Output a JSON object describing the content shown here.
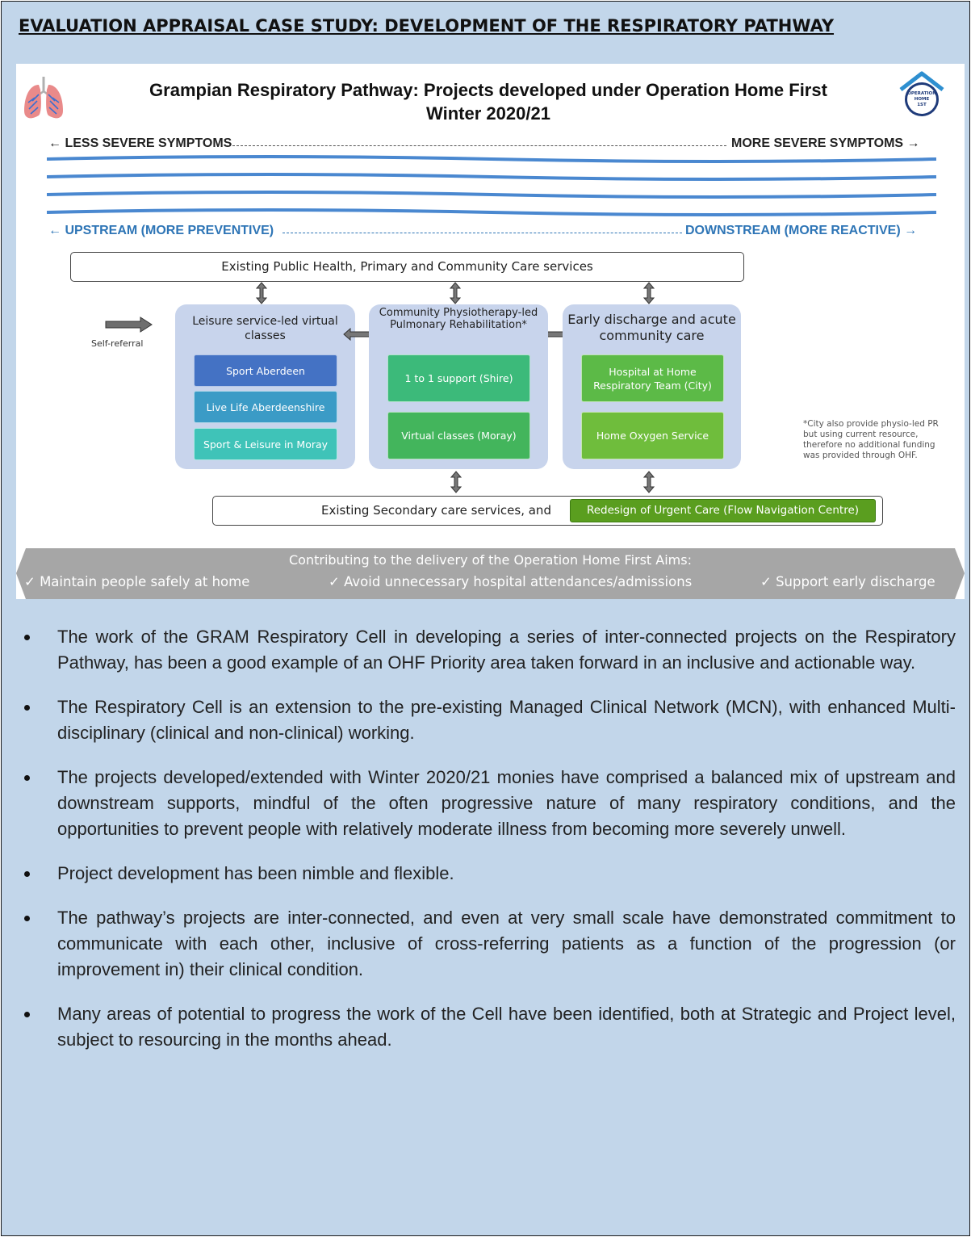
{
  "document": {
    "title": "EVALUATION APPRAISAL CASE STUDY: DEVELOPMENT OF THE RESPIRATORY PATHWAY"
  },
  "figure": {
    "title_line1": "Grampian Respiratory Pathway: Projects developed under Operation Home First",
    "title_line2": "Winter 2020/21",
    "logo_text": [
      "OPERATION",
      "HOME",
      "1ST"
    ],
    "severity_left": "← LESS SEVERE SYMPTOMS",
    "severity_right": "MORE SEVERE SYMPTOMS →",
    "stream_left": "← UPSTREAM (MORE PREVENTIVE)",
    "stream_right": "DOWNSTREAM (MORE REACTIVE) →",
    "top_box": "Existing Public Health, Primary and Community Care services",
    "self_referral": "Self-referral",
    "columns": [
      {
        "title": "Leisure service-led virtual classes",
        "services": [
          {
            "label": "Sport Aberdeen",
            "color": "#4472c4"
          },
          {
            "label": "Live Life Aberdeenshire",
            "color": "#3b9bc6"
          },
          {
            "label": "Sport & Leisure in Moray",
            "color": "#3fc3b8"
          }
        ]
      },
      {
        "title": "Community Physiotherapy-led Pulmonary Rehabilitation*",
        "services": [
          {
            "label": "1 to 1 support (Shire)",
            "color": "#3cba7a"
          },
          {
            "label": "Virtual classes (Moray)",
            "color": "#43b55c"
          }
        ]
      },
      {
        "title": "Early discharge and acute community care",
        "services": [
          {
            "label": "Hospital at Home Respiratory Team (City)",
            "color": "#5cba47"
          },
          {
            "label": "Home Oxygen Service",
            "color": "#6fbd3c"
          }
        ]
      }
    ],
    "note": "*City also provide physio-led PR but using current resource, therefore no additional funding was provided through OHF.",
    "bottom_box_text": "Existing Secondary care services, and",
    "bottom_box_highlight": "Redesign of Urgent Care (Flow Navigation Centre)",
    "aims_heading": "Contributing to the delivery of the Operation Home First Aims:",
    "aims": [
      "✓ Maintain people safely at home",
      "✓ Avoid unnecessary hospital attendances/admissions",
      "✓ Support early discharge"
    ]
  },
  "bullets": [
    "The work of the GRAM Respiratory Cell in developing a series of inter-connected projects on the Respiratory Pathway, has been a good example of an OHF Priority area taken forward in an inclusive and actionable way.",
    "The Respiratory Cell is an extension to the pre-existing Managed Clinical Network (MCN), with enhanced Multi-disciplinary (clinical and non-clinical) working.",
    "The projects developed/extended with Winter 2020/21 monies have comprised a balanced mix of upstream and downstream supports, mindful of the often progressive nature of many respiratory conditions, and the opportunities to prevent people with relatively moderate illness from becoming more severely unwell.",
    "Project development has been nimble and flexible.",
    "The pathway’s projects are inter-connected, and even at very small scale have demonstrated commitment to communicate with each other, inclusive of cross-referring patients as a function of the progression (or improvement in) their clinical condition.",
    "Many areas of potential to progress the work of the Cell have been identified, both at Strategic and Project level, subject to resourcing in the months ahead."
  ]
}
